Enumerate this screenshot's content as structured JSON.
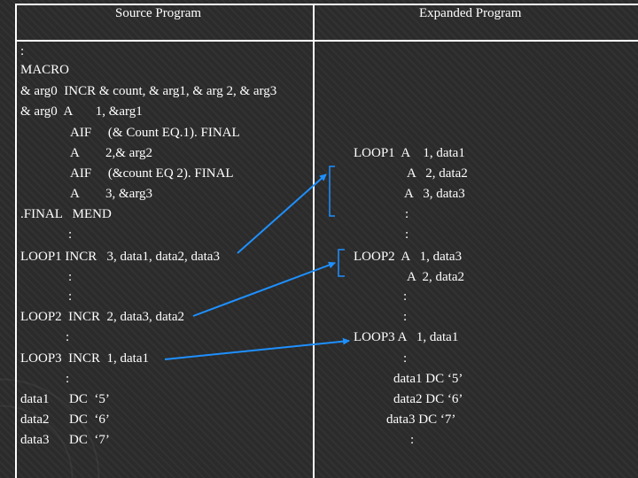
{
  "table": {
    "header_source": "Source Program",
    "header_expanded": "Expanded Program"
  },
  "source": [
    ":",
    "MACRO",
    "& arg0  INCR & count, & arg1, & arg 2, & arg3",
    "& arg0  A       1, &arg1",
    "AIF     (& Count EQ.1). FINAL",
    "A        2,& arg2",
    "AIF     (&count EQ 2). FINAL",
    "A        3, &arg3",
    ".FINAL   MEND",
    ":",
    "LOOP1 INCR   3, data1, data2, data3",
    ":",
    ":",
    "LOOP2  INCR  2, data3, data2",
    ":",
    "LOOP3  INCR  1, data1",
    ":",
    "data1      DC  ‘5’",
    "data2      DC  ‘6’",
    "data3      DC  ‘7’"
  ],
  "expanded": [
    "LOOP1  A    1, data1",
    "A   2, data2",
    "A   3, data3",
    ":",
    ":",
    "LOOP2  A   1, data3",
    "A  2, data2",
    ":",
    ":",
    "LOOP3 A   1, data1",
    ":",
    "data1 DC ‘5’",
    "data2 DC ‘6’",
    "data3 DC ‘7’",
    ":"
  ],
  "colors": {
    "background": "#2b2b2b",
    "text": "#ffffff",
    "arrow": "#1e90ff"
  }
}
